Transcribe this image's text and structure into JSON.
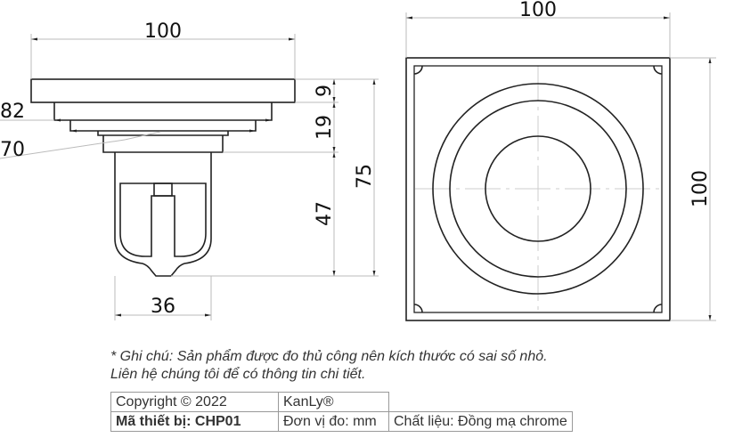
{
  "side_view": {
    "width_label": "100",
    "label_82": "82",
    "label_70": "70",
    "label_36": "36",
    "label_9": "9",
    "label_19": "19",
    "label_47": "47",
    "label_75": "75"
  },
  "top_view": {
    "width_label": "100",
    "height_label": "100"
  },
  "notes": {
    "line1": "* Ghi chú: Sản phẩm được đo thủ công nên kích thước có sai số nhỏ.",
    "line2": "Liên hệ chúng tôi để có thông tin chi tiết."
  },
  "info_table": {
    "rows": [
      [
        "Copyright © 2022",
        "KanLy®",
        ""
      ],
      [
        "Mã thiết bị: CHP01",
        "Đơn vị đo: mm",
        "Chất liệu: Đồng mạ chrome"
      ]
    ]
  },
  "colors": {
    "line": "#222222",
    "dim_line": "#bbbbbb",
    "text": "#111111"
  }
}
